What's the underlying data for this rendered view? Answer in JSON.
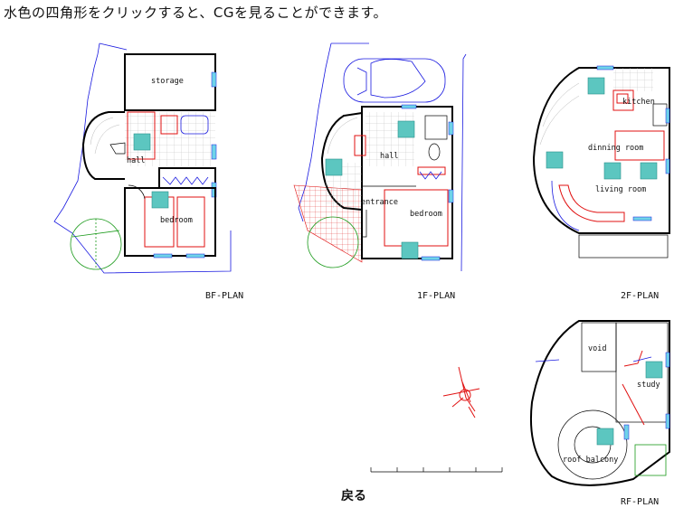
{
  "instruction": "水色の四角形をクリックすると、CGを見ることができます。",
  "plans": {
    "bf": {
      "label": "BF-PLAN",
      "rooms": [
        "storage",
        "hall",
        "bedroom"
      ]
    },
    "f1": {
      "label": "1F-PLAN",
      "rooms": [
        "hall",
        "entrance",
        "bedroom"
      ]
    },
    "f2": {
      "label": "2F-PLAN",
      "rooms": [
        "kitchen",
        "dinning room",
        "living room"
      ]
    },
    "rf": {
      "label": "RF-PLAN",
      "rooms": [
        "void",
        "study",
        "roof balcony"
      ]
    }
  },
  "back_label": "戻る",
  "colors": {
    "cg_square": "#5cc6c0",
    "window": "#6fd3e8",
    "wall": "#000000",
    "furniture": "#e01010",
    "site_line": "#1a1ae0",
    "tree": "#1a9a1a"
  }
}
